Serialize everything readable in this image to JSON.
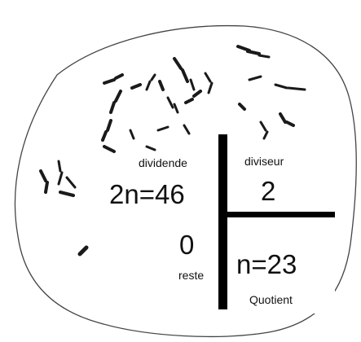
{
  "division": {
    "dividend_label": "dividende",
    "dividend_value": "2n=46",
    "divisor_label": "diviseur",
    "divisor_value": "2",
    "remainder_value": "0",
    "remainder_label": "reste",
    "quotient_value": "n=23",
    "quotient_label": "Quotient"
  },
  "colors": {
    "ink": "#111111",
    "bar": "#000000",
    "background": "#ffffff"
  }
}
